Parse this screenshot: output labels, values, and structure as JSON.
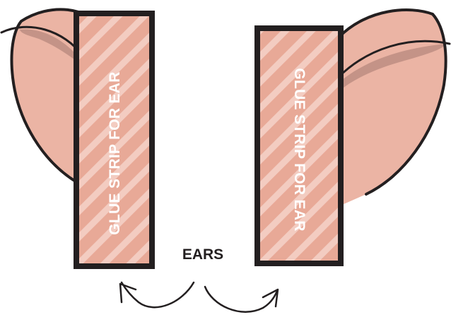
{
  "template": {
    "left_ear": {
      "strip_label": "GLUE STRIP FOR EAR"
    },
    "right_ear": {
      "strip_label": "GLUE STRIP FOR EAR"
    },
    "caption": "EARS"
  },
  "colors": {
    "ear_fill": "#ebb4a4",
    "ear_shadow": "#c49387",
    "outline": "#231f20",
    "strip_fill": "#e8a997",
    "stripe": "#f7d8cf",
    "label_text": "#ffffff",
    "caption_text": "#231f20"
  },
  "icons": {
    "left_arrow": "curved-arrow-up-left-icon",
    "right_arrow": "curved-arrow-up-right-icon"
  }
}
